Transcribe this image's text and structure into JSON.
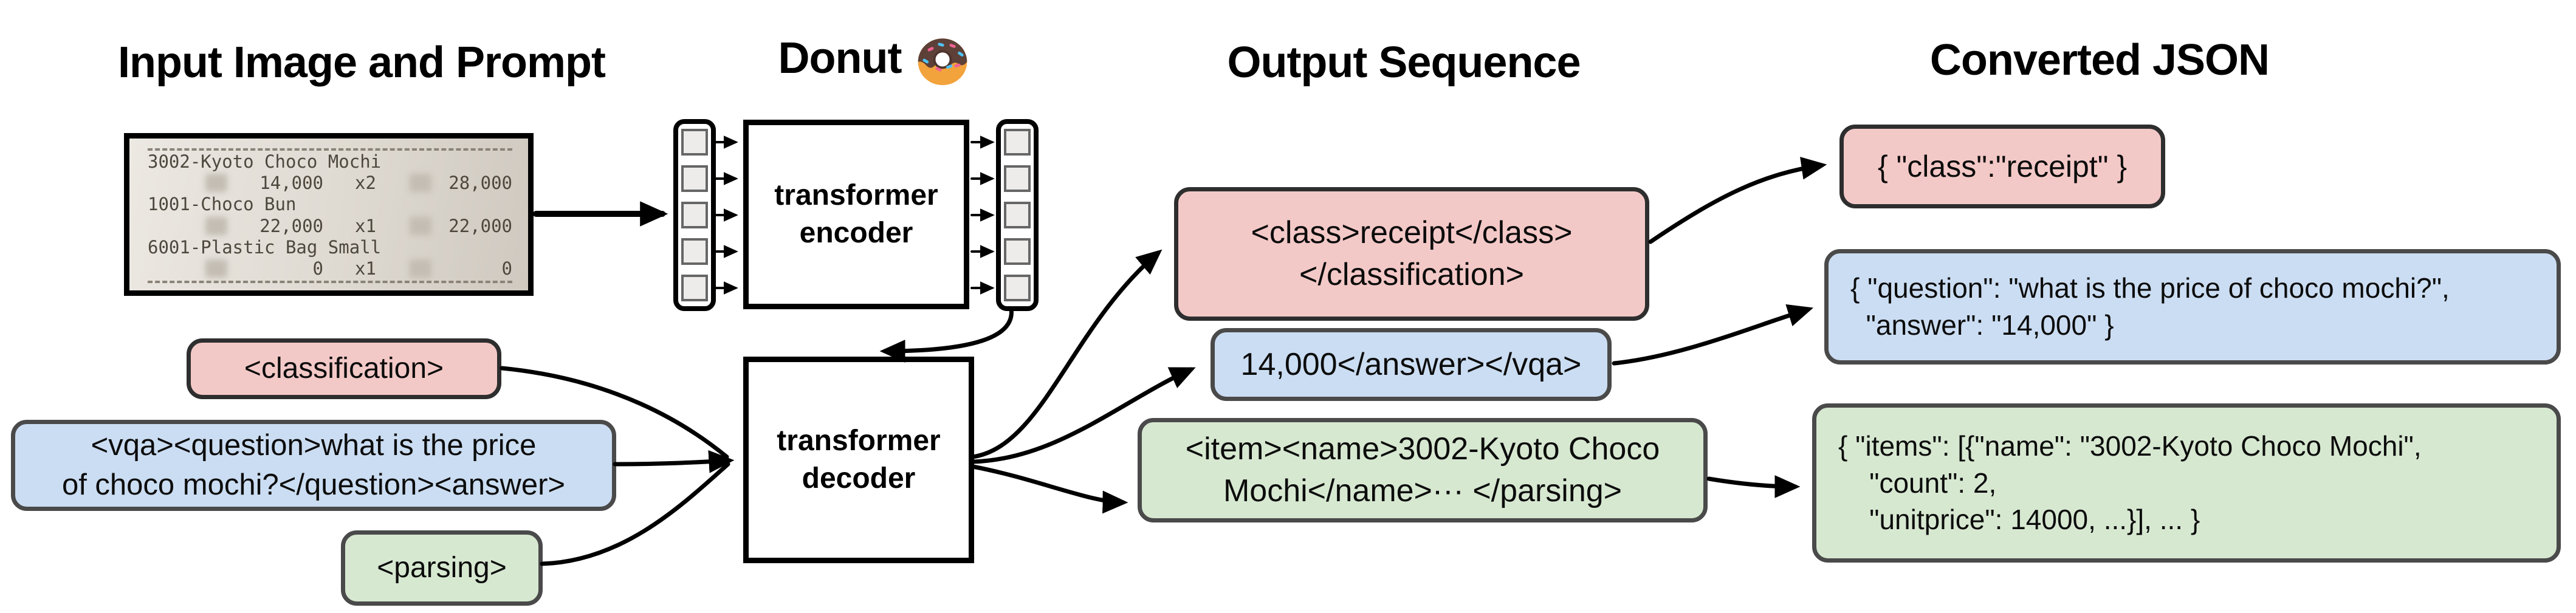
{
  "titles": {
    "input": "Input Image and Prompt",
    "model": "Donut",
    "model_icon": "donut-emoji",
    "output": "Output Sequence",
    "json": "Converted JSON"
  },
  "receipt": {
    "lines": [
      {
        "name": "3002-Kyoto Choco Mochi"
      },
      {
        "price": "14,000",
        "qty": "x2",
        "total": "28,000"
      },
      {
        "name": "1001-Choco Bun"
      },
      {
        "price": "22,000",
        "qty": "x1",
        "total": "22,000"
      },
      {
        "name": "6001-Plastic Bag Small"
      },
      {
        "price": "0",
        "qty": "x1",
        "total": "0"
      }
    ]
  },
  "model": {
    "encoder_lines": [
      "transformer",
      "encoder"
    ],
    "decoder_lines": [
      "transformer",
      "decoder"
    ],
    "input_token_count": 5,
    "output_token_count": 5
  },
  "prompts": {
    "classification": "<classification>",
    "vqa_lines": [
      "<vqa><question>what is the price",
      "of choco mochi?</question><answer>"
    ],
    "parsing": "<parsing>"
  },
  "outputs": {
    "classification_lines": [
      "<class>receipt</class>",
      "</classification>"
    ],
    "vqa": "14,000</answer></vqa>",
    "parsing_lines": [
      "<item><name>3002-Kyoto Choco",
      "Mochi</name>··· </parsing>"
    ]
  },
  "json_outputs": {
    "classification": "{ \"class\":\"receipt\" }",
    "vqa_lines": [
      "{ \"question\": \"what is the price of choco mochi?\",",
      "  \"answer\": \"14,000\" }"
    ],
    "parsing_lines": [
      "{ \"items\": [{\"name\": \"3002-Kyoto Choco Mochi\",",
      "    \"count\": 2,",
      "    \"unitprice\": 14000, ...}], ... }"
    ]
  },
  "colors": {
    "classification_fill": "#f3c9c7",
    "vqa_fill": "#cbddf2",
    "parsing_fill": "#d7e8d1",
    "outline": "#000000"
  }
}
